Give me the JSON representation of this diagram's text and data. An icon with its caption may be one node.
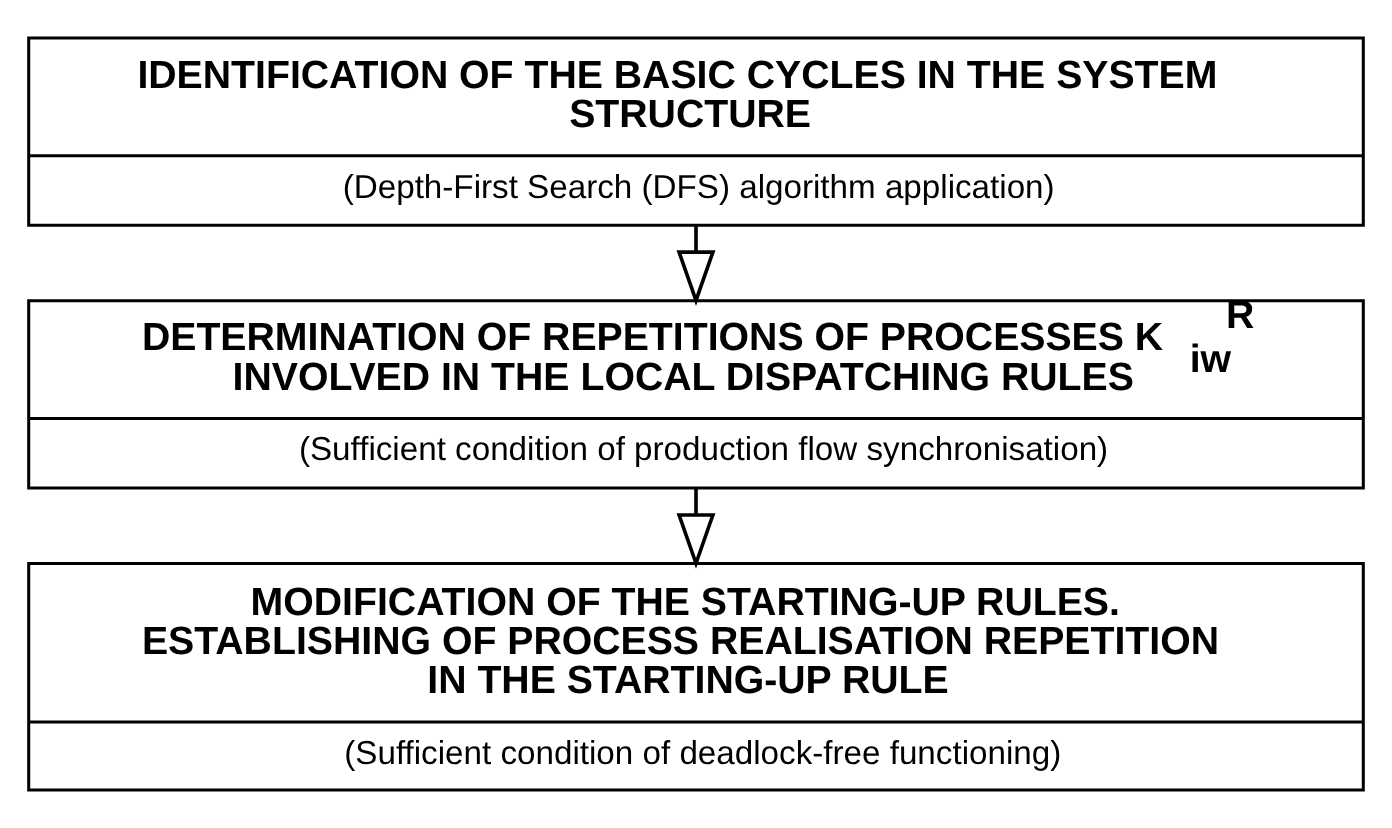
{
  "diagram": {
    "nodes": [
      {
        "text": [
          "IDENTIFICATION OF THE BASIC CYCLES IN THE SYSTEM STRUCTURE",
          "(Depth-First Search (DFS) algorithm application)"
        ]
      },
      {
        "text": [
          "DETERMINATION OF REPETITIONS OF PROCESSES K$_{iw}$$^{R}$ INVOLVED IN THE LOCAL DISPATCHING RULES",
          "(Sufficient condition of production flow synchronisation)"
        ]
      },
      {
        "text": [
          "MODIFICATION OF THE STARTING-UP RULES. ESTABLISHING OF PROCESS REALISATION REPETITION IN THE STARTING-UP RULE",
          "(Sufficient condition of deadlock-free functioning)"
        ]
      }
    ],
    "edges": [
      {
        "from": 0,
        "to": 1,
        "arrow": "to"
      },
      {
        "from": 1,
        "to": 2,
        "arrow": "to"
      }
    ]
  }
}
